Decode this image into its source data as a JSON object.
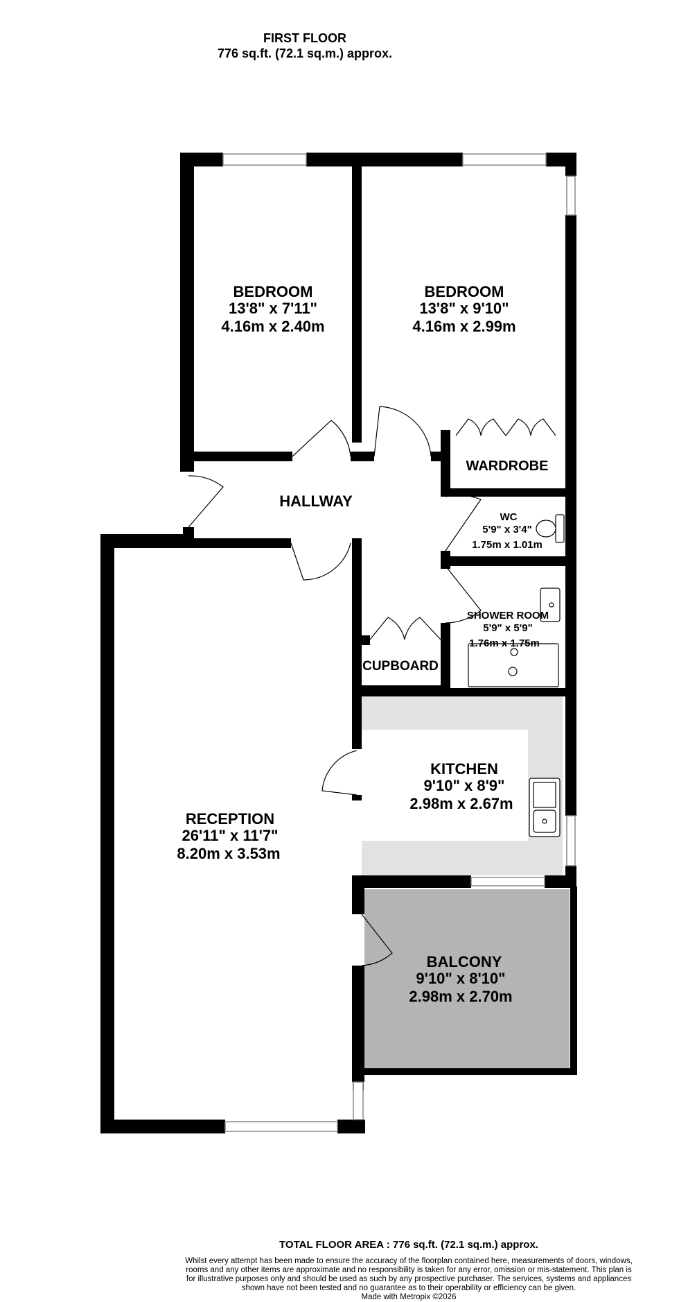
{
  "header": {
    "floor_name": "FIRST FLOOR",
    "floor_area": "776 sq.ft. (72.1 sq.m.) approx."
  },
  "rooms": {
    "bedroom1": {
      "name": "BEDROOM",
      "imperial": "13'8\"  x 7'11\"",
      "metric": "4.16m  x 2.40m"
    },
    "bedroom2": {
      "name": "BEDROOM",
      "imperial": "13'8\"  x 9'10\"",
      "metric": "4.16m  x 2.99m"
    },
    "wardrobe": {
      "name": "WARDROBE"
    },
    "hallway": {
      "name": "HALLWAY"
    },
    "wc": {
      "name": "WC",
      "imperial": "5'9\"  x 3'4\"",
      "metric": "1.75m  x 1.01m"
    },
    "shower_room": {
      "name": "SHOWER ROOM",
      "imperial": "5'9\"  x 5'9\"",
      "metric": "1.76m  x 1.75m"
    },
    "cupboard": {
      "name": "CUPBOARD"
    },
    "kitchen": {
      "name": "KITCHEN",
      "imperial": "9'10\"  x 8'9\"",
      "metric": "2.98m  x 2.67m"
    },
    "reception": {
      "name": "RECEPTION",
      "imperial": "26'11\"  x 11'7\"",
      "metric": "8.20m  x 3.53m"
    },
    "balcony": {
      "name": "BALCONY",
      "imperial": "9'10\"  x 8'10\"",
      "metric": "2.98m  x 2.70m"
    }
  },
  "colors": {
    "wall": "#000000",
    "kitchen_worktop": "#e2e2e2",
    "balcony_fill": "#b4b4b4",
    "window_frame": "#888888"
  },
  "footer": {
    "total_area": "TOTAL FLOOR AREA : 776 sq.ft. (72.1 sq.m.) approx.",
    "disclaimer": "Whilst every attempt has been made to ensure the accuracy of the floorplan contained here, measurements of doors, windows, rooms and any other items are approximate and no responsibility is taken for any error, omission or mis-statement. This plan is for illustrative purposes only and should be used as such by any prospective purchaser. The services, systems and appliances shown have not been tested and no guarantee as to their operability or efficiency can be given.",
    "credit": "Made with Metropix ©2026"
  }
}
